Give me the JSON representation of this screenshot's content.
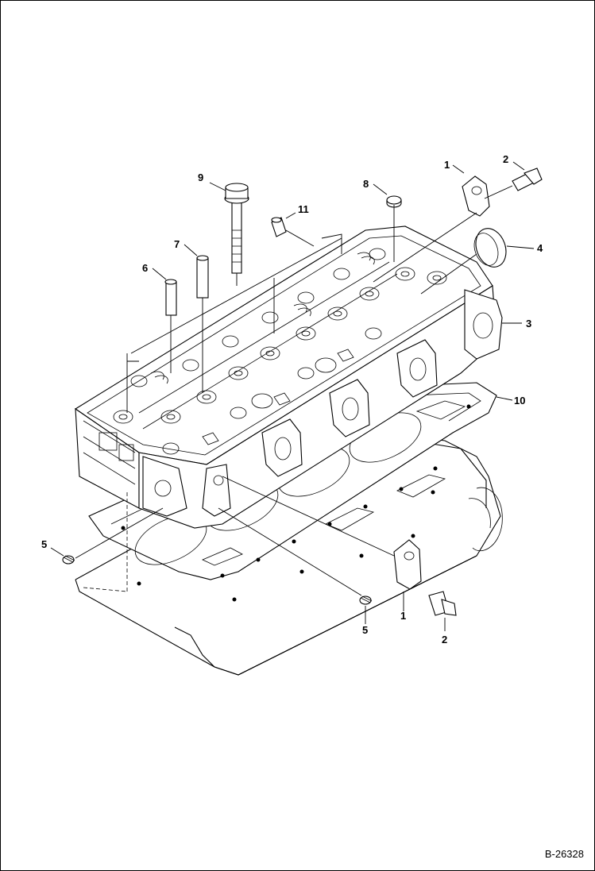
{
  "diagram": {
    "document_id": "B-26328",
    "callouts": [
      {
        "id": "c1a",
        "label": "1"
      },
      {
        "id": "c2a",
        "label": "2"
      },
      {
        "id": "c3",
        "label": "3"
      },
      {
        "id": "c4",
        "label": "4"
      },
      {
        "id": "c5a",
        "label": "5"
      },
      {
        "id": "c6",
        "label": "6"
      },
      {
        "id": "c7",
        "label": "7"
      },
      {
        "id": "c8",
        "label": "8"
      },
      {
        "id": "c9",
        "label": "9"
      },
      {
        "id": "c10",
        "label": "10"
      },
      {
        "id": "c11",
        "label": "11"
      },
      {
        "id": "c1b",
        "label": "1"
      },
      {
        "id": "c2b",
        "label": "2"
      },
      {
        "id": "c5b",
        "label": "5"
      }
    ]
  }
}
